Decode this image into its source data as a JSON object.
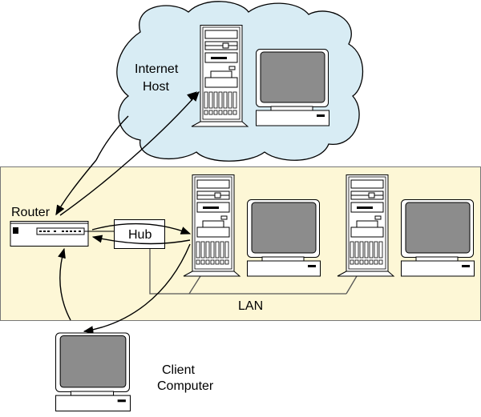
{
  "labels": {
    "internet_host": [
      "Internet",
      "Host"
    ],
    "router": "Router",
    "hub": "Hub",
    "lan": "LAN",
    "client": [
      "Client",
      "Computer"
    ]
  },
  "colors": {
    "cloud_fill": "#d8ecf4",
    "lan_fill": "#fdf7d6",
    "screen_fill": "#8c8c8c"
  }
}
